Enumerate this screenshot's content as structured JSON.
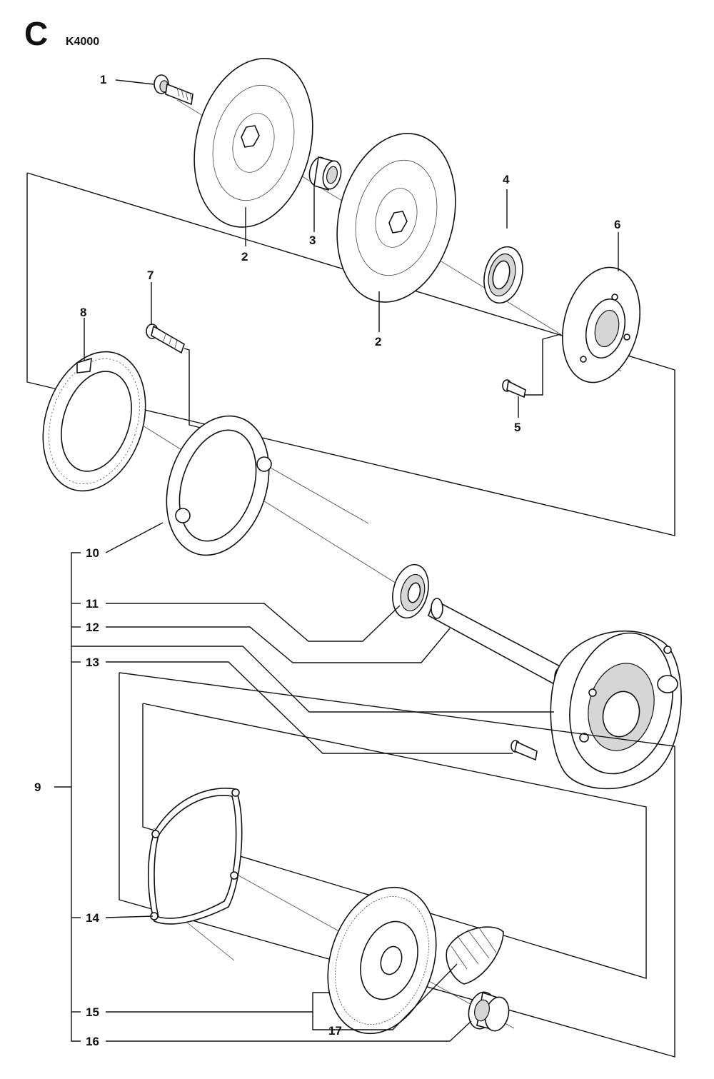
{
  "header": {
    "section_letter": "C",
    "model": "K4000"
  },
  "callouts": [
    "1",
    "2",
    "2",
    "3",
    "4",
    "5",
    "6",
    "7",
    "8",
    "9",
    "10",
    "11",
    "12",
    "13",
    "14",
    "15",
    "16",
    "17"
  ]
}
